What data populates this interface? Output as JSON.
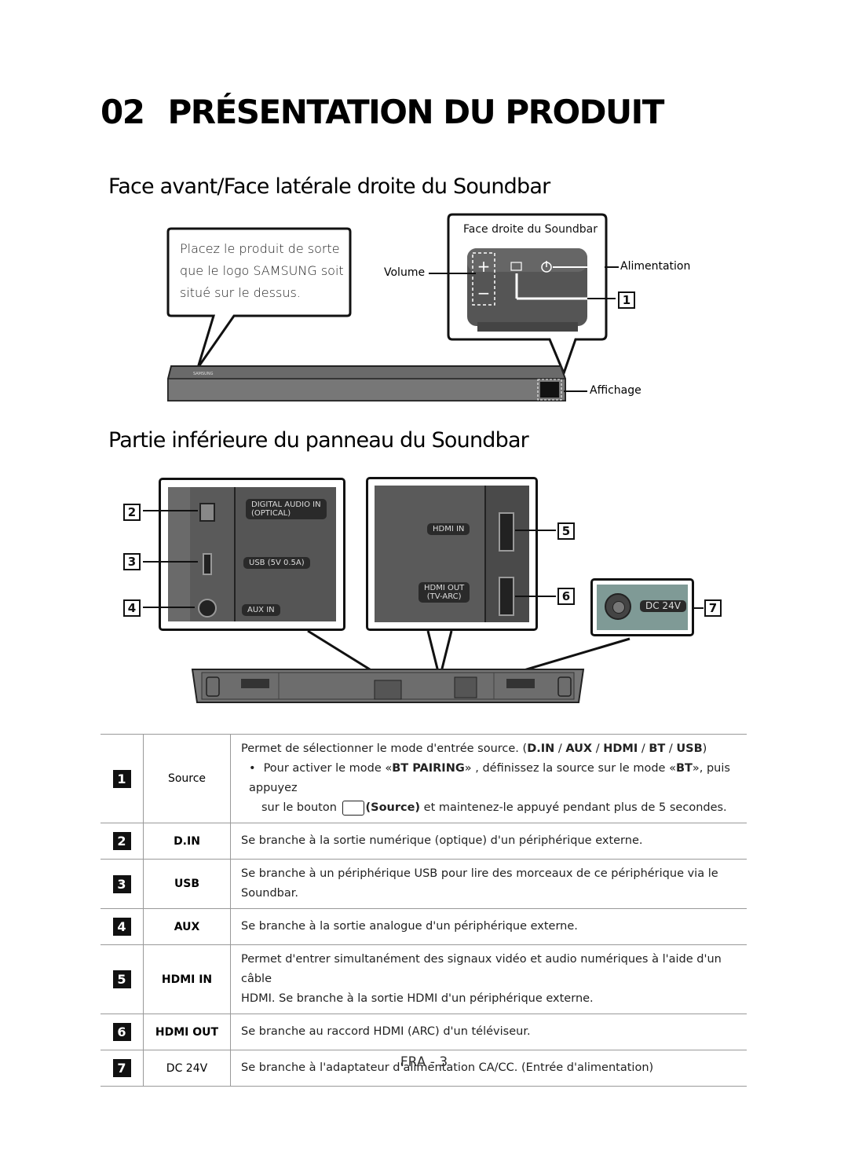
{
  "title": {
    "number": "02",
    "text": "PRÉSENTATION DU PRODUIT"
  },
  "section_front": {
    "heading": "Face avant/Face latérale droite du Soundbar",
    "callout": [
      "Placez le produit de sorte",
      "que le logo SAMSUNG soit",
      "situé sur le dessus."
    ],
    "side_label": "Face droite du Soundbar",
    "volume_label": "Volume",
    "power_label": "Alimentation",
    "display_label": "Affichage",
    "logo": "SAMSUNG",
    "badge": "1"
  },
  "section_bottom": {
    "heading": "Partie inférieure du panneau du Soundbar",
    "ports": {
      "digital": [
        "DIGITAL AUDIO IN",
        "(OPTICAL)"
      ],
      "usb": "USB (5V 0.5A)",
      "aux": "AUX IN",
      "hdmi_in": "HDMI IN",
      "hdmi_out": [
        "HDMI OUT",
        "(TV-ARC)"
      ],
      "dc": "DC 24V"
    },
    "badges": [
      "2",
      "3",
      "4",
      "5",
      "6",
      "7"
    ]
  },
  "table": [
    {
      "num": "1",
      "name": "Source",
      "line1_prefix": "Permet de sélectionner le mode d'entrée source. (",
      "line1_modes": [
        "D.IN",
        "AUX",
        "HDMI",
        "BT",
        "USB"
      ],
      "line1_suffix": ")",
      "bullet_a": "Pour activer le mode «",
      "bullet_b": "BT PAIRING",
      "bullet_c": "» , définissez la source sur le mode «",
      "bullet_d": "BT",
      "bullet_e": "», puis appuyez",
      "bullet_f": "sur le bouton",
      "bullet_g": "(Source)",
      "bullet_h": "et maintenez-le appuyé pendant plus de 5 secondes."
    },
    {
      "num": "2",
      "name": "D.IN",
      "desc": "Se branche à la sortie numérique (optique) d'un périphérique externe."
    },
    {
      "num": "3",
      "name": "USB",
      "desc": "Se branche à un périphérique USB pour lire des morceaux de ce périphérique via le Soundbar."
    },
    {
      "num": "4",
      "name": "AUX",
      "desc": "Se branche à la sortie analogue d'un périphérique externe."
    },
    {
      "num": "5",
      "name": "HDMI IN",
      "desc1": "Permet d'entrer simultanément des signaux vidéo et audio numériques à l'aide d'un câble",
      "desc2": "HDMI. Se branche à la sortie HDMI d'un périphérique externe."
    },
    {
      "num": "6",
      "name": "HDMI OUT",
      "desc": "Se branche au raccord HDMI (ARC) d'un téléviseur."
    },
    {
      "num": "7",
      "name": "DC 24V",
      "desc": "Se branche à l'adaptateur d'alimentation CA/CC. (Entrée d'alimentation)"
    }
  ],
  "footer": "FRA - 3"
}
